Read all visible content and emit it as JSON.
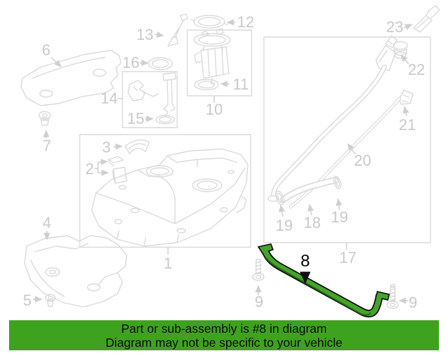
{
  "diagram": {
    "line_color": "#dadada",
    "label_color": "#c9c9c9",
    "labels": [
      "6",
      "7",
      "13",
      "16",
      "12",
      "11",
      "10",
      "14",
      "15",
      "3",
      "2",
      "1",
      "4",
      "5",
      "23",
      "22",
      "21",
      "20",
      "19",
      "18",
      "19",
      "17",
      "9",
      "9",
      "8"
    ],
    "highlighted_part": {
      "number": "8",
      "fill_color": "#46a42a",
      "shade_color": "#1d6a10",
      "outline_color": "#0d0d0d",
      "label_color": "#000000"
    }
  },
  "banner": {
    "line1": "Part or sub-assembly is #8 in diagram",
    "line2": "Diagram may not be specific to your vehicle",
    "background_color": "#3fa21f",
    "text_color": "#0c0c0c"
  }
}
